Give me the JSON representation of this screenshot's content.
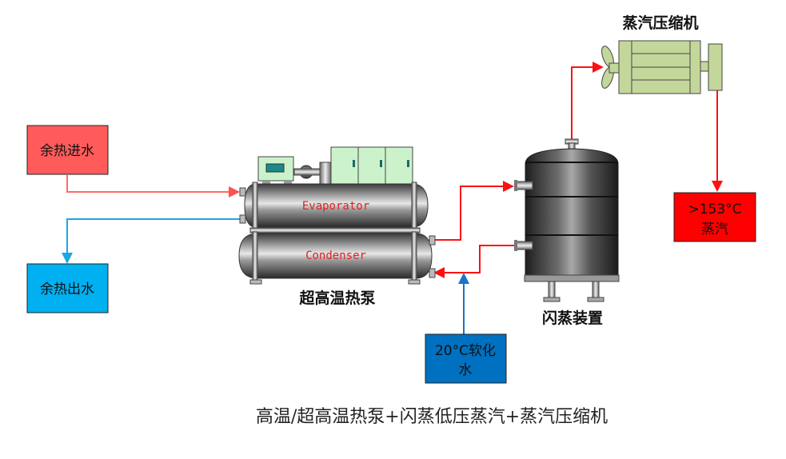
{
  "diagram": {
    "caption": "高温/超高温热泵+闪蒸低压蒸汽+蒸汽压缩机",
    "nodes": {
      "waste_heat_in": {
        "label": "余热进水",
        "color": "#ff5b5b"
      },
      "waste_heat_out": {
        "label": "余热出水",
        "color": "#00b0f0"
      },
      "soft_water": {
        "label_line1": "20°C软化",
        "label_line2": "水",
        "color": "#0070c0"
      },
      "steam_out": {
        "label_line1": ">153°C",
        "label_line2": "蒸汽",
        "color": "#ff0000"
      }
    },
    "equipment": {
      "heat_pump": {
        "label": "超高温热泵",
        "evaporator_label": "Evaporator",
        "condenser_label": "Condenser"
      },
      "flash_tank": {
        "label": "闪蒸装置"
      },
      "compressor": {
        "label": "蒸汽压缩机"
      }
    },
    "flows": [
      {
        "from": "余热进水",
        "to": "Evaporator",
        "color": "#ff6b6b"
      },
      {
        "from": "Evaporator",
        "to": "余热出水",
        "color": "#1aa7e0"
      },
      {
        "from": "Condenser",
        "to": "闪蒸装置",
        "color": "#ff1010"
      },
      {
        "from": "闪蒸装置",
        "to": "Condenser",
        "color": "#ff1010"
      },
      {
        "from": "20°C软化水",
        "to": "Condenser return",
        "color": "#0070c0"
      },
      {
        "from": "闪蒸装置",
        "to": "蒸汽压缩机",
        "color": "#ff1010"
      },
      {
        "from": "蒸汽压缩机",
        "to": ">153°C蒸汽",
        "color": "#ff1010"
      }
    ]
  }
}
